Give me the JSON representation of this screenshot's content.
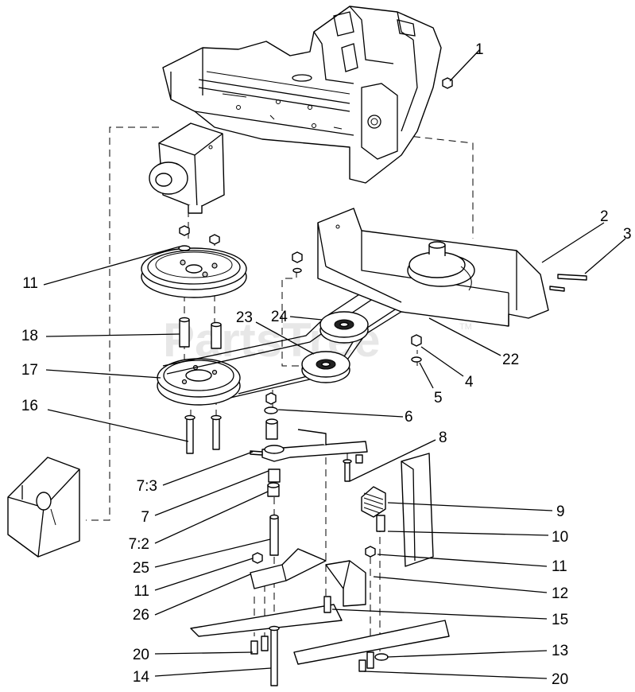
{
  "watermark": {
    "text": "PartsTree",
    "trademark": "TM"
  },
  "callouts": [
    {
      "id": "c1",
      "text": "1"
    },
    {
      "id": "c2",
      "text": "2"
    },
    {
      "id": "c3",
      "text": "3"
    },
    {
      "id": "c4",
      "text": "4"
    },
    {
      "id": "c5",
      "text": "5"
    },
    {
      "id": "c6",
      "text": "6"
    },
    {
      "id": "c7",
      "text": "7"
    },
    {
      "id": "c72",
      "text": "7:2"
    },
    {
      "id": "c73",
      "text": "7:3"
    },
    {
      "id": "c8",
      "text": "8"
    },
    {
      "id": "c9",
      "text": "9"
    },
    {
      "id": "c10",
      "text": "10"
    },
    {
      "id": "c11a",
      "text": "11"
    },
    {
      "id": "c11b",
      "text": "11"
    },
    {
      "id": "c11c",
      "text": "11"
    },
    {
      "id": "c12",
      "text": "12"
    },
    {
      "id": "c13",
      "text": "13"
    },
    {
      "id": "c14",
      "text": "14"
    },
    {
      "id": "c15",
      "text": "15"
    },
    {
      "id": "c16",
      "text": "16"
    },
    {
      "id": "c17",
      "text": "17"
    },
    {
      "id": "c18",
      "text": "18"
    },
    {
      "id": "c20a",
      "text": "20"
    },
    {
      "id": "c20b",
      "text": "20"
    },
    {
      "id": "c22",
      "text": "22"
    },
    {
      "id": "c23",
      "text": "23"
    },
    {
      "id": "c24",
      "text": "24"
    },
    {
      "id": "c25",
      "text": "25"
    },
    {
      "id": "c26",
      "text": "26"
    }
  ]
}
